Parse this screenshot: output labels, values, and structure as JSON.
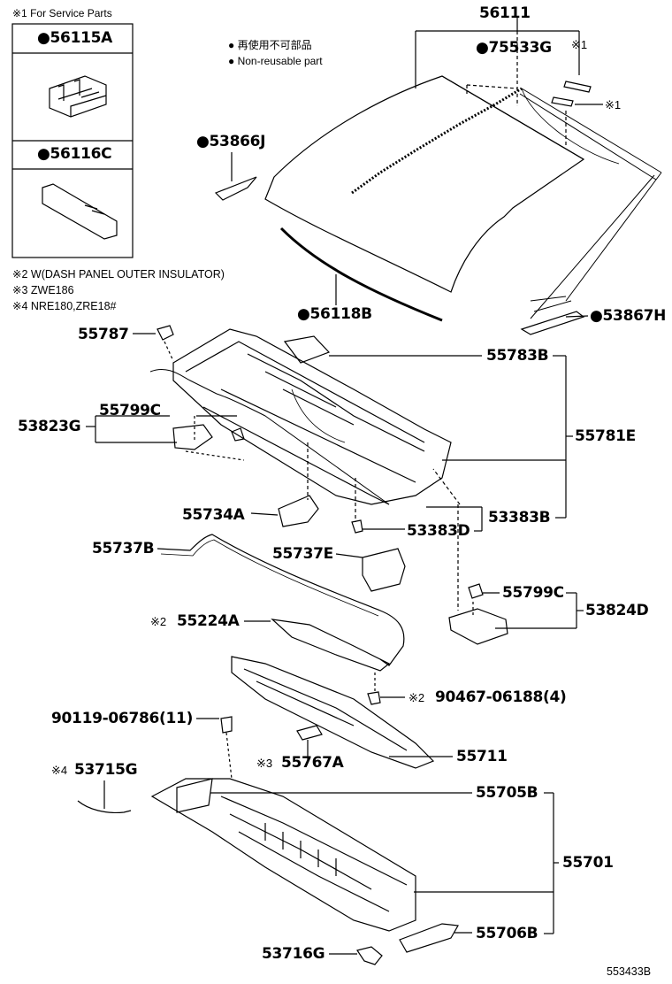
{
  "service_box": {
    "heading": "※1 For Service Parts",
    "part_a": "●56115A",
    "part_c": "●56116C"
  },
  "legend": {
    "jp": "● 再使用不可部品",
    "en": "● Non-reusable part"
  },
  "notes": {
    "n2": "※2 W(DASH PANEL OUTER INSULATOR)",
    "n3": "※3 ZWE186",
    "n4": "※4 NRE180,ZRE18#"
  },
  "parts": {
    "p56111": "56111",
    "p75533G": "●75533G",
    "mark1a": "※1",
    "mark1b": "※1",
    "p53866J": "●53866J",
    "p56118B": "●56118B",
    "p53867H": "●53867H",
    "p55787": "55787",
    "p55783B": "55783B",
    "p53823G": "53823G",
    "p55799C_a": "55799C",
    "p55781E": "55781E",
    "p55734A": "55734A",
    "p53383B": "53383B",
    "p53383D": "53383D",
    "p55737B": "55737B",
    "p55737E": "55737E",
    "p55799C_b": "55799C",
    "p53824D": "53824D",
    "mark2a": "※2",
    "p55224A": "55224A",
    "mark2b": "※2",
    "p90467": "90467-06188(4)",
    "p90119": "90119-06786(11)",
    "mark3": "※3",
    "p55767A": "55767A",
    "p55711": "55711",
    "mark4": "※4",
    "p53715G": "53715G",
    "p55705B": "55705B",
    "p55701": "55701",
    "p55706B": "55706B",
    "p53716G": "53716G"
  },
  "figure_ref": "553433B"
}
